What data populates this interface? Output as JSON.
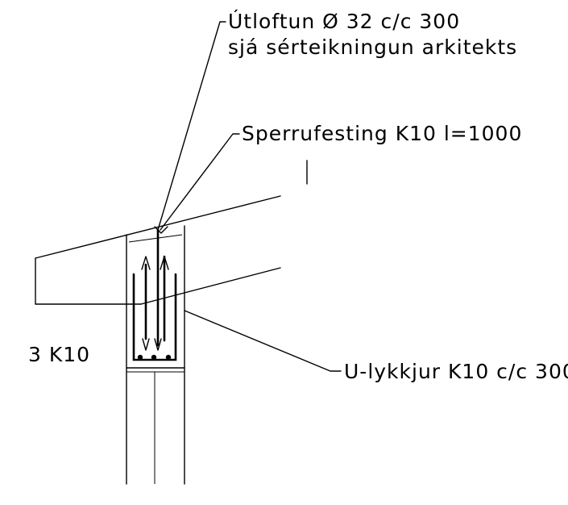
{
  "labels": {
    "anchor_line1": "Útloftun Ø 32 c/c 300",
    "anchor_line2": "sjá sérteikningun arkitekts",
    "rafter_fixing": "Sperrufesting K10 l=1000",
    "stirrups": "U-lykkjur K10 c/c 300",
    "bottom_bars": "3 K10"
  }
}
